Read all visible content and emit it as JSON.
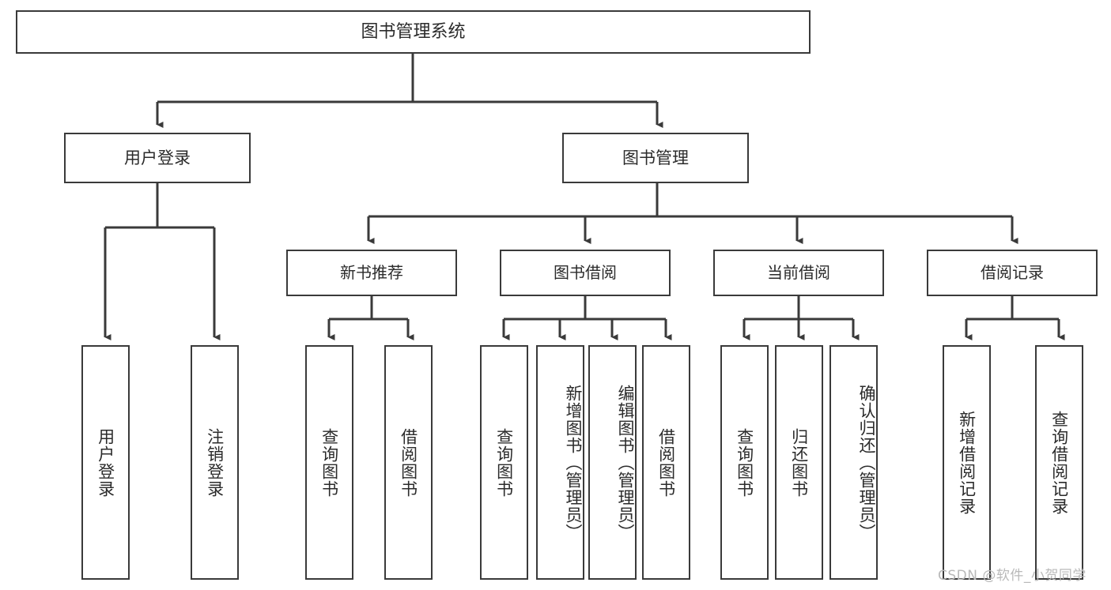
{
  "diagram": {
    "type": "tree-hierarchy",
    "title": "图书管理系统",
    "orientation": "top-down",
    "colors": {
      "border": "#3a3a3a",
      "background": "#ffffff",
      "text": "#2b2b2b",
      "edge": "#3a3a3a",
      "watermark": "#b9b9b9"
    }
  },
  "root": {
    "label": "图书管理系统"
  },
  "level1": [
    {
      "label": "用户登录"
    },
    {
      "label": "图书管理"
    }
  ],
  "level2": [
    {
      "label": "新书推荐"
    },
    {
      "label": "图书借阅"
    },
    {
      "label": "当前借阅"
    },
    {
      "label": "借阅记录"
    }
  ],
  "leaves": {
    "user_login": [
      {
        "label": "用户登录"
      },
      {
        "label": "注销登录"
      }
    ],
    "new_book_recommend": [
      {
        "label": "查询图书"
      },
      {
        "label": "借阅图书"
      }
    ],
    "book_borrow": [
      {
        "label": "查询图书"
      },
      {
        "label": "新增图书（管理员）"
      },
      {
        "label": "编辑图书（管理员）"
      },
      {
        "label": "借阅图书"
      }
    ],
    "current_borrow": [
      {
        "label": "查询图书"
      },
      {
        "label": "归还图书"
      },
      {
        "label": "确认归还（管理员）"
      }
    ],
    "borrow_record": [
      {
        "label": "新增借阅记录"
      },
      {
        "label": "查询借阅记录"
      }
    ]
  },
  "watermark": {
    "text": "CSDN @软件_小贺同学"
  }
}
